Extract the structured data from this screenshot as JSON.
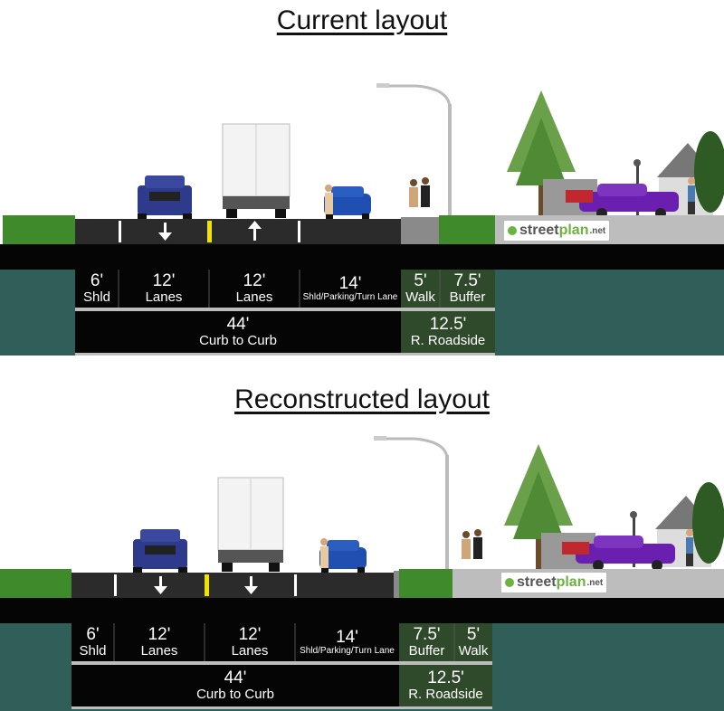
{
  "panels": [
    {
      "title": "Current layout",
      "segments": [
        {
          "dim": "6'",
          "label": "Shld"
        },
        {
          "dim": "12'",
          "label": "Lanes"
        },
        {
          "dim": "12'",
          "label": "Lanes"
        },
        {
          "dim": "14'",
          "label": "Shld/Parking/Turn Lane"
        },
        {
          "dim": "5'",
          "label": "Walk"
        },
        {
          "dim": "7.5'",
          "label": "Buffer"
        }
      ],
      "totals": [
        {
          "dim": "44'",
          "label": "Curb to Curb"
        },
        {
          "dim": "12.5'",
          "label": "R. Roadside"
        }
      ]
    },
    {
      "title": "Reconstructed layout",
      "segments": [
        {
          "dim": "6'",
          "label": "Shld"
        },
        {
          "dim": "12'",
          "label": "Lanes"
        },
        {
          "dim": "12'",
          "label": "Lanes"
        },
        {
          "dim": "14'",
          "label": "Shld/Parking/Turn Lane"
        },
        {
          "dim": "7.5'",
          "label": "Buffer"
        },
        {
          "dim": "5'",
          "label": "Walk"
        }
      ],
      "totals": [
        {
          "dim": "44'",
          "label": "Curb to Curb"
        },
        {
          "dim": "12.5'",
          "label": "R. Roadside"
        }
      ]
    }
  ],
  "logo": {
    "street": "street",
    "plan": "plan",
    "net": ".net"
  },
  "colors": {
    "asphalt": "#2b2b2b",
    "black_band": "#050505",
    "teal_ground": "#2f5f58",
    "grass": "#3f8a2a",
    "roadside_green": "#2f4a2a",
    "lane_marking_yellow": "#f2e200",
    "sky": "#ffffff"
  }
}
